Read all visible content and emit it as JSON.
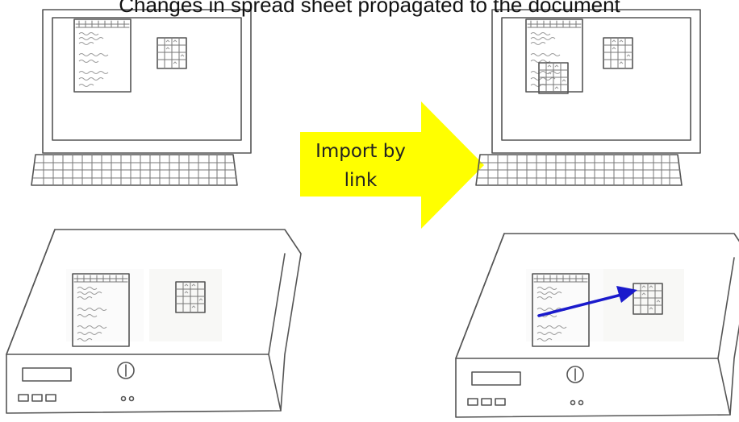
{
  "title": "Changes in spread sheet propagated to the document",
  "arrow": {
    "label_line1": "Import by",
    "label_line2": "link",
    "fill_color": "#ffff00"
  },
  "link_arrow_color": "#1a1acc",
  "panels": [
    {
      "id": "before",
      "state": "document and spreadsheet separate"
    },
    {
      "id": "after",
      "state": "spreadsheet imported into document by link"
    }
  ]
}
